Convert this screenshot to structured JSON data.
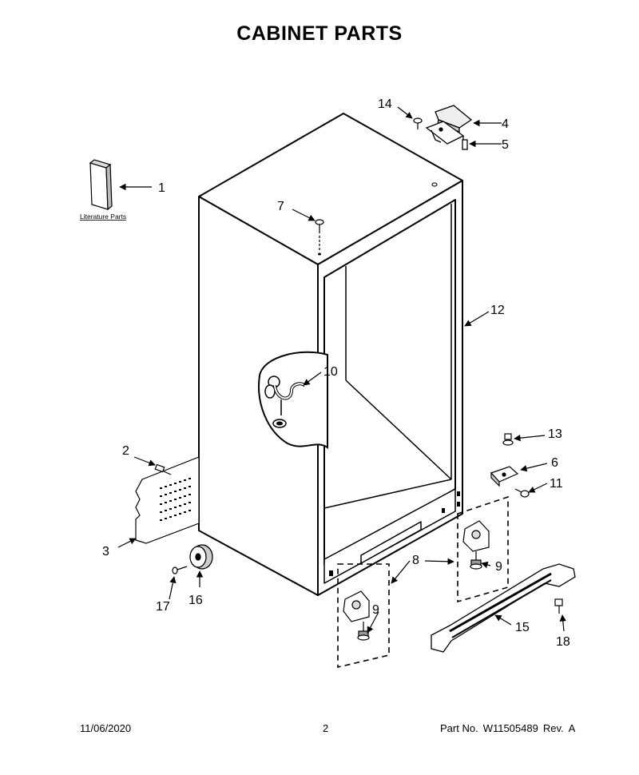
{
  "page": {
    "title": "CABINET PARTS"
  },
  "callouts": [
    "1",
    "2",
    "3",
    "4",
    "5",
    "6",
    "7",
    "8",
    "9",
    "9",
    "10",
    "11",
    "12",
    "13",
    "14",
    "15",
    "16",
    "17",
    "18"
  ],
  "labels": {
    "literature_parts": "Literature Parts"
  },
  "footer": {
    "date": "11/06/2020",
    "page_number": "2",
    "part_no_label": "Part No.",
    "part_no": "W11505489",
    "rev_label": "Rev.",
    "rev": "A"
  }
}
